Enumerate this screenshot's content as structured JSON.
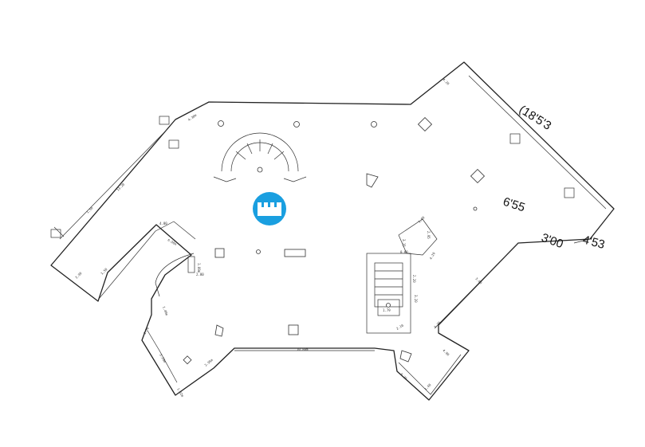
{
  "plan": {
    "handwritten": {
      "a": "(18'5'3",
      "b": "6'55",
      "c": "3'00",
      "d": "4'53"
    },
    "dimensions": {
      "top_right": "4.20",
      "top_left": "4.30m",
      "left_wing_1": "13.20",
      "left_wing_2": "1.50",
      "left_wing_3": "3.90",
      "left_lower": "1.50",
      "left_inner_1": "4.80",
      "left_inner_2": "6.58m",
      "left_inner_3": "1.89m",
      "left_inner_4": "2.80",
      "lower_left_1": "1.40m",
      "lower_left_2": "1.36",
      "lower_left_3": "3.20m",
      "lower_left_4": "2.95m",
      "lower_left_5": "1.32m",
      "bottom": "10.88m",
      "stair_1": "3.15",
      "stair_2": "2.95",
      "stair_3": "1.00",
      "stair_4": "0.60",
      "stair_5": "4.20",
      "stair_6": "2.20",
      "stair_7": "3.20",
      "stair_8": "1.79",
      "stair_9": "2.10",
      "right_lower_1": "4.90",
      "right_lower_2": "6.20",
      "right_lower_3": "1.40",
      "right_lower_4": "3.60",
      "right_mid": "1.30"
    },
    "logo": {
      "color": "#1a9fe0"
    }
  }
}
